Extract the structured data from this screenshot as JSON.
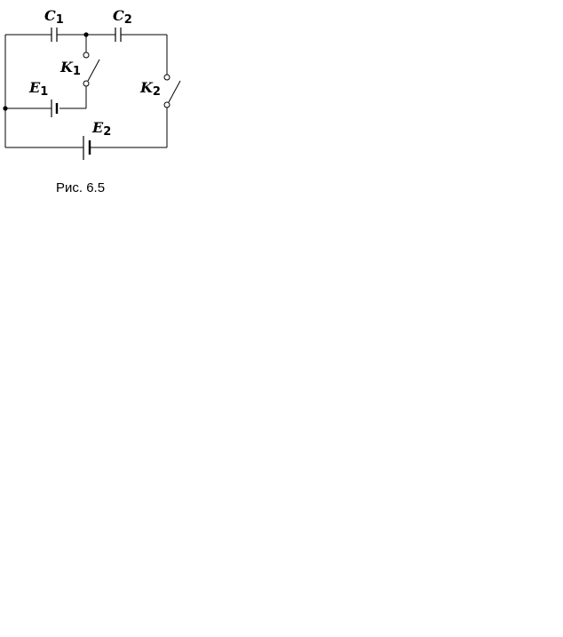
{
  "figure": {
    "caption": "Рис. 6.5",
    "labels": {
      "c1": {
        "main": "C",
        "sub": "1"
      },
      "c2": {
        "main": "C",
        "sub": "2"
      },
      "k1": {
        "main": "K",
        "sub": "1"
      },
      "k2": {
        "main": "K",
        "sub": "2"
      },
      "e1": {
        "main": "E",
        "sub": "1"
      },
      "e2": {
        "main": "E",
        "sub": "2"
      }
    }
  }
}
